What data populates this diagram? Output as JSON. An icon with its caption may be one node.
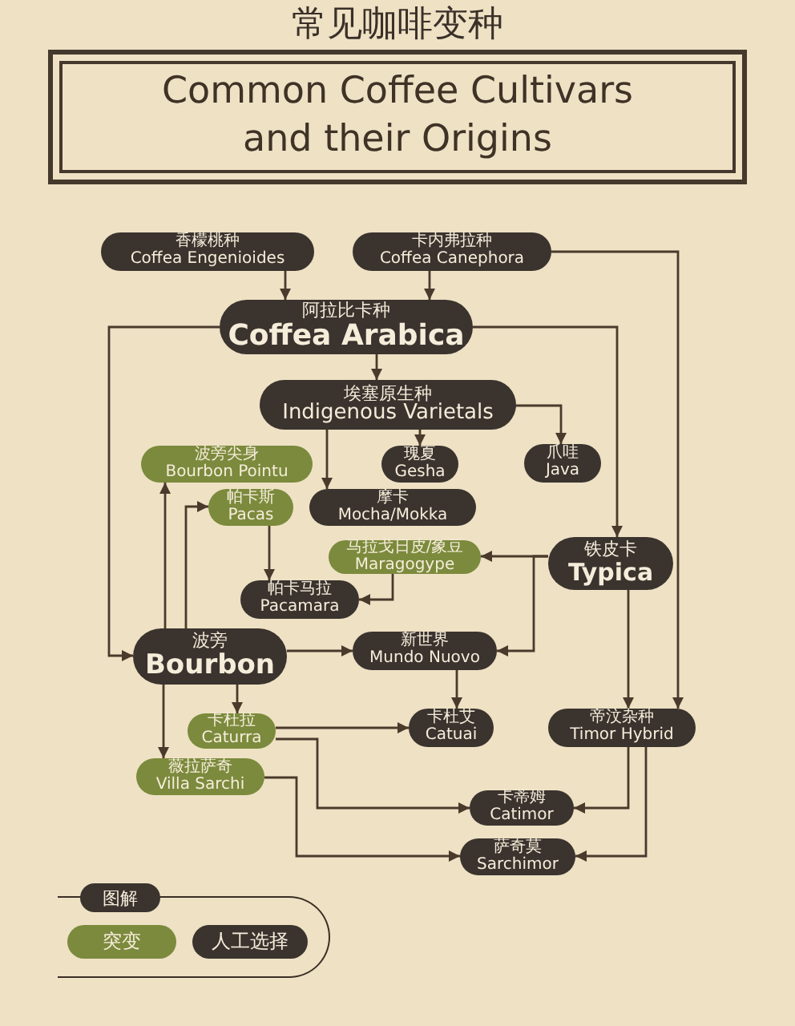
{
  "diagram": {
    "title": "常见咖啡变种",
    "nodes": [
      {
        "text": [
          "Common Coffee Cultivars and their Origins"
        ]
      },
      {
        "text": [
          "香檬桃种",
          "Coffea Engenioides"
        ]
      },
      {
        "text": [
          "卡内弗拉种",
          "Coffea Canephora"
        ]
      },
      {
        "text": [
          "阿拉比卡种",
          "Coffea Arabica"
        ]
      },
      {
        "text": [
          "埃塞原生种",
          "Indigenous Varietals"
        ]
      },
      {
        "text": [
          "波旁尖身",
          "Bourbon Pointu"
        ]
      },
      {
        "text": [
          "瑰夏",
          "Gesha"
        ]
      },
      {
        "text": [
          "爪哇",
          "Java"
        ]
      },
      {
        "text": [
          "帕卡斯",
          "Pacas"
        ]
      },
      {
        "text": [
          "摩卡",
          "Mocha/Mokka"
        ]
      },
      {
        "text": [
          "马拉戈日皮/象豆",
          "Maragogype"
        ]
      },
      {
        "text": [
          "铁皮卡",
          "Typica"
        ]
      },
      {
        "text": [
          "帕卡马拉",
          "Pacamara"
        ]
      },
      {
        "text": [
          "波旁",
          "Bourbon"
        ]
      },
      {
        "text": [
          "新世界",
          "Mundo Nuovo"
        ]
      },
      {
        "text": [
          "卡杜拉",
          "Caturra"
        ]
      },
      {
        "text": [
          "卡杜艾",
          "Catuai"
        ]
      },
      {
        "text": [
          "帝汶杂种",
          "Timor Hybrid"
        ]
      },
      {
        "text": [
          "薇拉萨奇",
          "Villa Sarchi"
        ]
      },
      {
        "text": [
          "卡蒂姆",
          "Catimor"
        ]
      },
      {
        "text": [
          "萨奇莫",
          "Sarchimor"
        ]
      }
    ],
    "edges": [
      {
        "from": 1,
        "to": 3,
        "arrow": "to"
      },
      {
        "from": 2,
        "to": 3,
        "arrow": "to"
      },
      {
        "from": 2,
        "to": 17,
        "arrow": "to"
      },
      {
        "from": 3,
        "to": 4,
        "arrow": "to"
      },
      {
        "from": 3,
        "to": 13,
        "arrow": "to"
      },
      {
        "from": 3,
        "to": 11,
        "arrow": "to"
      },
      {
        "from": 4,
        "to": 6,
        "arrow": "to"
      },
      {
        "from": 4,
        "to": 9,
        "arrow": "to"
      },
      {
        "from": 4,
        "to": 7,
        "arrow": "to"
      },
      {
        "from": 13,
        "to": 5,
        "arrow": "to"
      },
      {
        "from": 13,
        "to": 8,
        "arrow": "to"
      },
      {
        "from": 11,
        "to": 10,
        "arrow": "to"
      },
      {
        "from": 8,
        "to": 12,
        "arrow": "to"
      },
      {
        "from": 10,
        "to": 12,
        "arrow": "to"
      },
      {
        "from": 11,
        "to": 14,
        "arrow": "to"
      },
      {
        "from": 13,
        "to": 14,
        "arrow": "to"
      },
      {
        "from": 11,
        "to": 17,
        "arrow": "to"
      },
      {
        "from": 13,
        "to": 15,
        "arrow": "to"
      },
      {
        "from": 13,
        "to": 18,
        "arrow": "to"
      },
      {
        "from": 14,
        "to": 16,
        "arrow": "to"
      },
      {
        "from": 15,
        "to": 16,
        "arrow": "to"
      },
      {
        "from": 15,
        "to": 19,
        "arrow": "to"
      },
      {
        "from": 17,
        "to": 19,
        "arrow": "to"
      },
      {
        "from": 18,
        "to": 20,
        "arrow": "to"
      },
      {
        "from": 17,
        "to": 20,
        "arrow": "to"
      }
    ],
    "labels": [
      "图解"
    ],
    "legend": [
      {
        "text": "突变",
        "color": "#7b8a3c"
      },
      {
        "text": "人工选择",
        "color": "#3a332e"
      }
    ]
  }
}
